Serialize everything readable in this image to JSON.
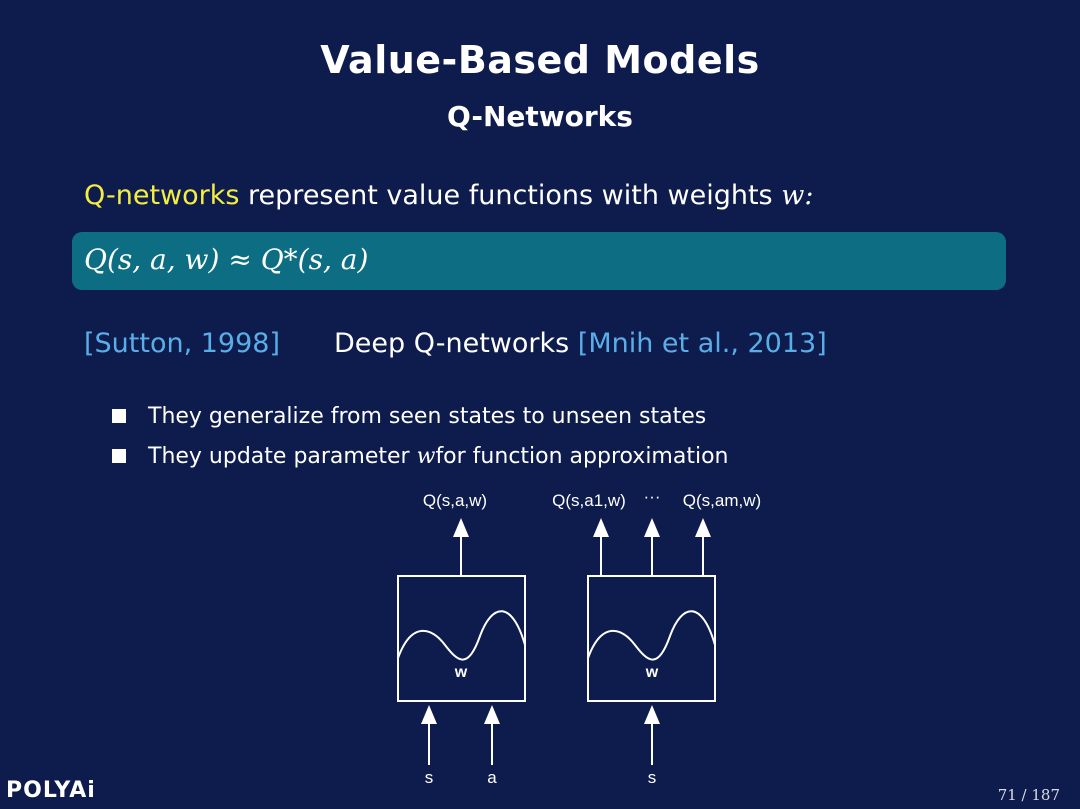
{
  "slide": {
    "title": "Value-Based Models",
    "subtitle": "Q-Networks",
    "intro_highlight": "Q-networks",
    "intro_rest": " represent value functions with weights ",
    "intro_var": "w:",
    "equation": "Q(s, a, w) ≈ Q*(s, a)",
    "ref_left": "[Sutton, 1998]",
    "ref_mid": "Deep Q-networks ",
    "ref_right": "[Mnih et al., 2013]",
    "bullets": [
      {
        "pre": "They generalize from seen states to unseen states",
        "var": "",
        "post": ""
      },
      {
        "pre": "They update parameter ",
        "var": "w",
        "post": " for function approximation"
      }
    ],
    "logo": "POLYAi",
    "page": "71 / 187"
  },
  "diagram": {
    "left_output": "Q(s,a,w)",
    "right_output_1": "Q(s,a1,w)",
    "right_dots": "···",
    "right_output_m": "Q(s,am,w)",
    "weight_label": "w",
    "input_s": "s",
    "input_a": "a",
    "input_s2": "s"
  }
}
